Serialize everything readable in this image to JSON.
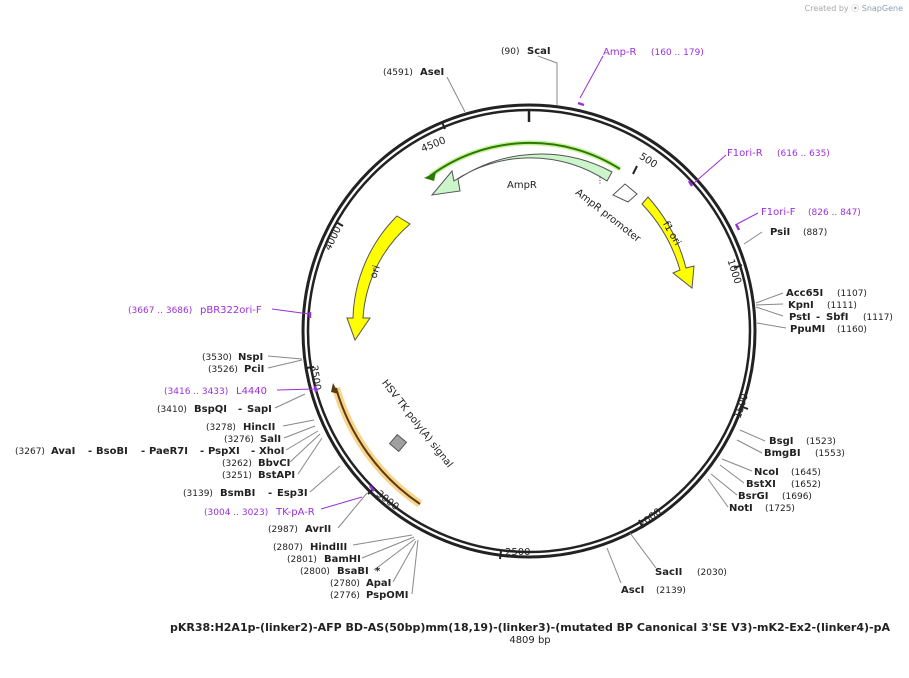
{
  "credit": {
    "prefix": "Created by",
    "brand": "SnapGene"
  },
  "plasmid": {
    "name": "pKR38:H2A1p-(linker2)-AFP BD-AS(50bp)mm(18,19)-(linker3)-(mutated BP Canonical 3'SE V3)-mK2-Ex2-(linker4)-pA",
    "length_label": "4809 bp",
    "length": 4809
  },
  "ticks": [
    "500",
    "1000",
    "1500",
    "2000",
    "2500",
    "3000",
    "3500",
    "4000",
    "4500"
  ],
  "features": [
    {
      "name": "AmpR",
      "color": "#ccf5cc"
    },
    {
      "name": "AmpR promoter",
      "color": "#ffffff"
    },
    {
      "name": "f1 ori",
      "color": "#ffff00"
    },
    {
      "name": "ori",
      "color": "#ffff00"
    },
    {
      "name": "HSV TK poly(A) signal",
      "color": "#a0a0a0"
    }
  ],
  "primers": [
    {
      "pos": "(160 .. 179)",
      "name": "Amp-R"
    },
    {
      "pos": "(616 .. 635)",
      "name": "F1ori-R"
    },
    {
      "pos": "(826 .. 847)",
      "name": "F1ori-F"
    },
    {
      "pos": "(3667 .. 3686)",
      "name": "pBR322ori-F"
    },
    {
      "pos": "(3416 .. 3433)",
      "name": "L4440"
    },
    {
      "pos": "(3004 .. 3023)",
      "name": "TK-pA-R"
    }
  ],
  "sites": [
    {
      "pos": "(90)",
      "name": "ScaI"
    },
    {
      "pos": "(4591)",
      "name": "AseI"
    },
    {
      "pos": "(887)",
      "name": "PsiI"
    },
    {
      "pos": "(1107)",
      "name": "Acc65I"
    },
    {
      "pos": "(1111)",
      "name": "KpnI"
    },
    {
      "pos": "(1117)",
      "name": "PstI",
      "name2": "SbfI"
    },
    {
      "pos": "(1160)",
      "name": "PpuMI"
    },
    {
      "pos": "(1523)",
      "name": "BsgI"
    },
    {
      "pos": "(1553)",
      "name": "BmgBI"
    },
    {
      "pos": "(1645)",
      "name": "NcoI"
    },
    {
      "pos": "(1652)",
      "name": "BstXI"
    },
    {
      "pos": "(1696)",
      "name": "BsrGI"
    },
    {
      "pos": "(1725)",
      "name": "NotI"
    },
    {
      "pos": "(2030)",
      "name": "SacII"
    },
    {
      "pos": "(2139)",
      "name": "AscI"
    },
    {
      "pos": "(3530)",
      "name": "NspI"
    },
    {
      "pos": "(3526)",
      "name": "PciI"
    },
    {
      "pos": "(3410)",
      "name": "BspQI",
      "name2": "SapI"
    },
    {
      "pos": "(3278)",
      "name": "HincII"
    },
    {
      "pos": "(3276)",
      "name": "SalI"
    },
    {
      "pos": "(3267)",
      "name": "AvaI",
      "extra": [
        "BsoBI",
        "PaeR7I",
        "PspXI",
        "XhoI"
      ]
    },
    {
      "pos": "(3262)",
      "name": "BbvCI"
    },
    {
      "pos": "(3251)",
      "name": "BstAPI"
    },
    {
      "pos": "(3139)",
      "name": "BsmBI",
      "name2": "Esp3I"
    },
    {
      "pos": "(2987)",
      "name": "AvrII"
    },
    {
      "pos": "(2807)",
      "name": "HindIII"
    },
    {
      "pos": "(2801)",
      "name": "BamHI"
    },
    {
      "pos": "(2800)",
      "name": "BsaBI",
      "star": "*"
    },
    {
      "pos": "(2780)",
      "name": "ApaI"
    },
    {
      "pos": "(2776)",
      "name": "PspOMI"
    }
  ]
}
